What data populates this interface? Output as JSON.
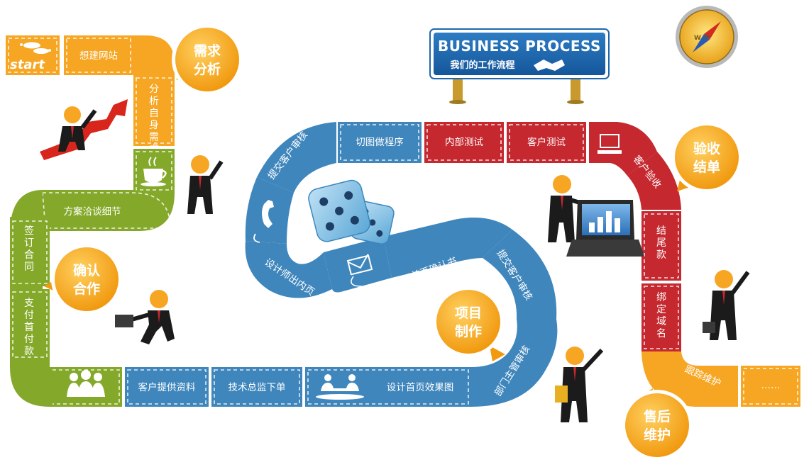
{
  "sign": {
    "title": "BUSINESS PROCESS",
    "subtitle": "我们的工作流程"
  },
  "start_label": "start",
  "bubbles": {
    "demand": [
      "需求",
      "分析"
    ],
    "confirm": [
      "确认",
      "合作"
    ],
    "project": [
      "项目",
      "制作"
    ],
    "accept": [
      "验收",
      "结单"
    ],
    "aftersale": [
      "售后",
      "维护"
    ]
  },
  "steps": {
    "want_site": "想建网站",
    "analyze_needs": "分析自身需求",
    "plan_details": "方案洽谈细节",
    "sign_contract": "签订合同",
    "pay_deposit": "支付首付款",
    "client_materials": "客户提供资料",
    "tech_director": "技术总监下单",
    "design_home": "设计首页效果图",
    "manager_review": "部门主管审核",
    "submit_review_2": "提交客户审核",
    "sign_home": "签订首页确认书",
    "design_inner": "设计师出内页",
    "submit_review_1": "提交客户审核",
    "cut_program": "切图做程序",
    "internal_test": "内部测试",
    "client_test": "客户测试",
    "client_accept": "客户验收",
    "final_payment": "结尾款",
    "bind_domain": "绑定域名",
    "maintenance": "跟踪维护",
    "more": "……"
  },
  "icons": [
    "footprint-icon",
    "coffee-cup-icon",
    "people-group-icon",
    "meeting-icon",
    "envelope-icon",
    "telephone-icon",
    "computer-icon",
    "dice-icon",
    "compass-icon",
    "handshake-icon",
    "trend-arrow-icon",
    "businessman-icon",
    "laptop-icon"
  ],
  "colors": {
    "orange": "#f6a623",
    "green": "#84a92a",
    "blue": "#3f86bc",
    "red": "#c5282f",
    "sign_blue": "#1f66ad"
  }
}
